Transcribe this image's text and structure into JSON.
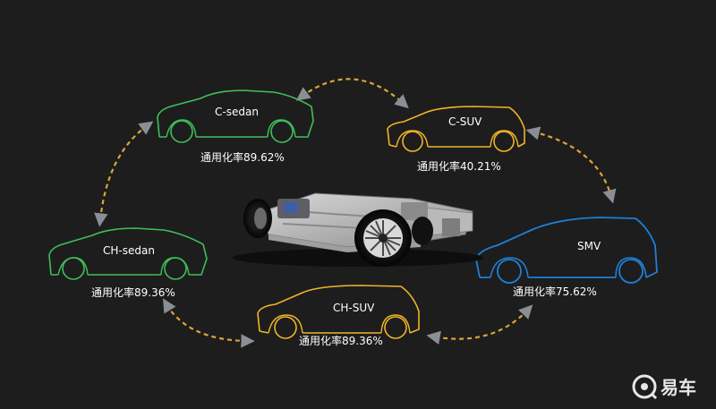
{
  "colors": {
    "background": "#1d1d1d",
    "sedan_green": "#3fbf59",
    "suv_yellow": "#f0b429",
    "smv_blue": "#1f7fd6",
    "connector_yellow": "#d8a63a",
    "arrow_gray": "#8a8f96",
    "text_white": "#ffffff"
  },
  "vehicles": [
    {
      "id": "c-sedan",
      "name": "C-sedan",
      "rate_label": "通用化率",
      "rate": "89.62%",
      "color": "sedan_green",
      "body": "sedan"
    },
    {
      "id": "c-suv",
      "name": "C-SUV",
      "rate_label": "通用化率",
      "rate": "40.21%",
      "color": "suv_yellow",
      "body": "suv"
    },
    {
      "id": "ch-sedan",
      "name": "CH-sedan",
      "rate_label": "通用化率",
      "rate": "89.36%",
      "color": "sedan_green",
      "body": "sedan"
    },
    {
      "id": "smv",
      "name": "SMV",
      "rate_label": "通用化率",
      "rate": "75.62%",
      "color": "smv_blue",
      "body": "mpv"
    },
    {
      "id": "ch-suv",
      "name": "CH-SUV",
      "rate_label": "通用化率",
      "rate": "89.36%",
      "color": "suv_yellow",
      "body": "suv"
    }
  ],
  "center_image": "platform-chassis",
  "watermark": {
    "icon": "yiche-logo-icon",
    "text": "易车"
  }
}
